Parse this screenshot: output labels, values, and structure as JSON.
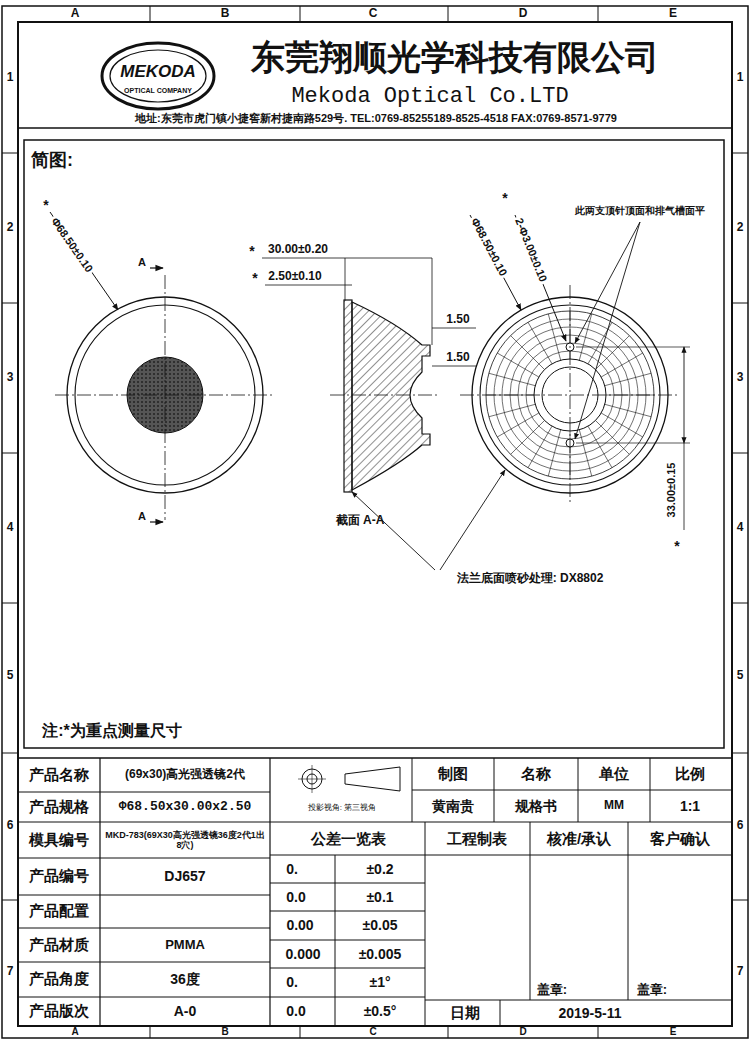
{
  "diagram": {
    "title": "东莞翔顺光学科技有限公司",
    "labels": [
      "A",
      "B",
      "C",
      "D",
      "E",
      "1",
      "2",
      "3",
      "4",
      "5",
      "6",
      "7",
      "1",
      "2",
      "3",
      "4",
      "5",
      "6",
      "7",
      "A",
      "B",
      "C",
      "D",
      "E",
      "MEKODA",
      "OPTICAL COMPANY",
      "Mekoda Optical Co.LTD",
      "地址:东莞市虎门镇小捷窖新村捷南路529号. TEL:0769-85255189-8525-4518 FAX:0769-8571-9779",
      "简图:",
      "*",
      "Φ68.50±0.10",
      "A",
      "A",
      "*",
      "30.00±0.20",
      "*",
      "2.50±0.10",
      "1.50",
      "1.50",
      "截面  A-A",
      "*",
      "Φ68.50±0.10",
      "2-Φ3.00±0.10",
      "此两支顶针顶面和排气槽面平",
      "33.00±0.15",
      "*",
      "法兰底面喷砂处理: DX8802",
      "注:*为重点测量尺寸",
      "产品名称",
      "(69x30)高光强透镜2代",
      "产品规格",
      "Φ68.50x30.00x2.50",
      "模具编号",
      "MKD-783(69X30高光强透镜36度2代1出8穴)",
      "产品编号",
      "DJ657",
      "产品配置",
      "产品材质",
      "PMMA",
      "产品角度",
      "36度",
      "产品版次",
      "A-0",
      "投影视角: 第三视角",
      "制图",
      "名称",
      "单位",
      "比例",
      "黄南贵",
      "规格书",
      "MM",
      "1:1",
      "公差一览表",
      "0.",
      "±0.2",
      "0.0",
      "±0.1",
      "0.00",
      "±0.05",
      "0.000",
      "±0.005",
      "0.",
      "±1°",
      "0.0",
      "±0.5°",
      "工程制表",
      "核准/承认",
      "客户确认",
      "盖章:",
      "盖章:",
      "日期",
      "2019-5-11"
    ]
  }
}
